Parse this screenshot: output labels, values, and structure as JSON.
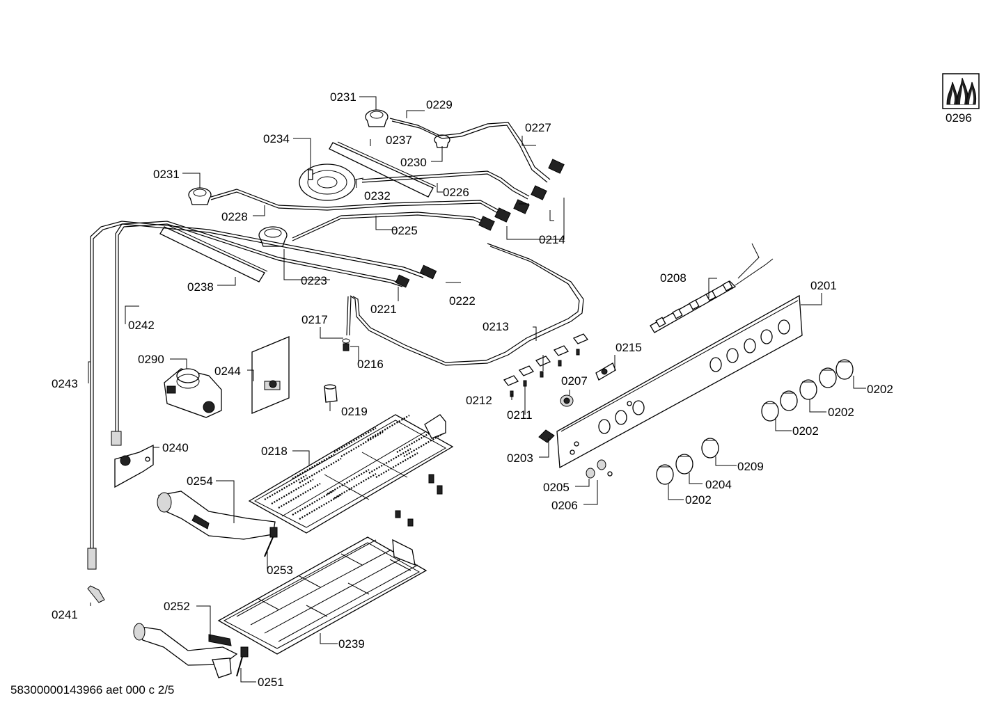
{
  "document_id": "58300000143966 aet 000 c 2/5",
  "parts": {
    "p0201": "0201",
    "p0202_a": "0202",
    "p0202_b": "0202",
    "p0202_c": "0202",
    "p0202_d": "0202",
    "p0203": "0203",
    "p0204": "0204",
    "p0205": "0205",
    "p0206": "0206",
    "p0207": "0207",
    "p0208": "0208",
    "p0209": "0209",
    "p0211": "0211",
    "p0212": "0212",
    "p0213": "0213",
    "p0214": "0214",
    "p0215": "0215",
    "p0216": "0216",
    "p0217": "0217",
    "p0218": "0218",
    "p0219": "0219",
    "p0221": "0221",
    "p0222": "0222",
    "p0223": "0223",
    "p0225": "0225",
    "p0226": "0226",
    "p0227": "0227",
    "p0228": "0228",
    "p0229": "0229",
    "p0230": "0230",
    "p0231_a": "0231",
    "p0231_b": "0231",
    "p0232": "0232",
    "p0234": "0234",
    "p0237": "0237",
    "p0238": "0238",
    "p0239": "0239",
    "p0240": "0240",
    "p0241": "0241",
    "p0242": "0242",
    "p0243": "0243",
    "p0244": "0244",
    "p0251": "0251",
    "p0252": "0252",
    "p0253": "0253",
    "p0254": "0254",
    "p0290": "0290",
    "p0296": "0296"
  },
  "icons": {
    "logo": "gas-flame-logo-icon"
  }
}
